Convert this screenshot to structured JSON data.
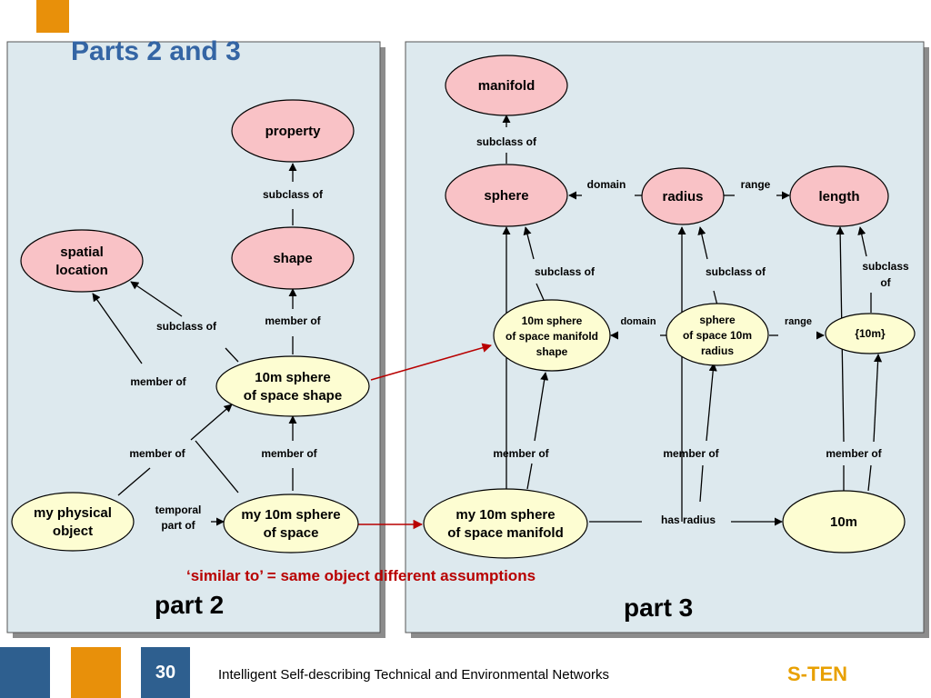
{
  "slide": {
    "title": "Parts 2 and 3",
    "part2_label": "part 2",
    "part3_label": "part 3",
    "note": "‘similar to’ = same object different assumptions",
    "page_number": "30",
    "footer_text": "Intelligent Self-describing Technical and Environmental Networks",
    "brand": "S-TEN"
  },
  "colors": {
    "panel_bg": "#dde9ee",
    "node_pink": "#f9c2c6",
    "node_yellow": "#fdfdd2",
    "title_blue": "#3465a4",
    "accent_orange": "#e8900a",
    "accent_blue": "#2e5f8f",
    "similar_red": "#b80000"
  },
  "nodes": {
    "property": "property",
    "shape": "shape",
    "spatial_location": [
      "spatial",
      "location"
    ],
    "sphere_shape_p2": [
      "10m sphere",
      "of space shape"
    ],
    "physical_object": [
      "my physical",
      "object"
    ],
    "sphere_of_space_p2": [
      "my 10m sphere",
      "of space"
    ],
    "manifold": "manifold",
    "sphere": "sphere",
    "radius": "radius",
    "length": "length",
    "sphere_manifold_shape": [
      "10m sphere",
      "of space manifold",
      "shape"
    ],
    "sphere_radius": [
      "sphere",
      "of space 10m",
      "radius"
    ],
    "set_10m": "{10m}",
    "sphere_manifold": [
      "my 10m sphere",
      "of space manifold"
    ],
    "value_10m": "10m"
  },
  "edge_labels": {
    "subclass_of": "subclass of",
    "member_of": "member of",
    "temporal_part_of": [
      "temporal",
      "part of"
    ],
    "domain": "domain",
    "range": "range",
    "has_radius": "has radius",
    "subclass_of_split": [
      "subclass",
      "of"
    ]
  }
}
